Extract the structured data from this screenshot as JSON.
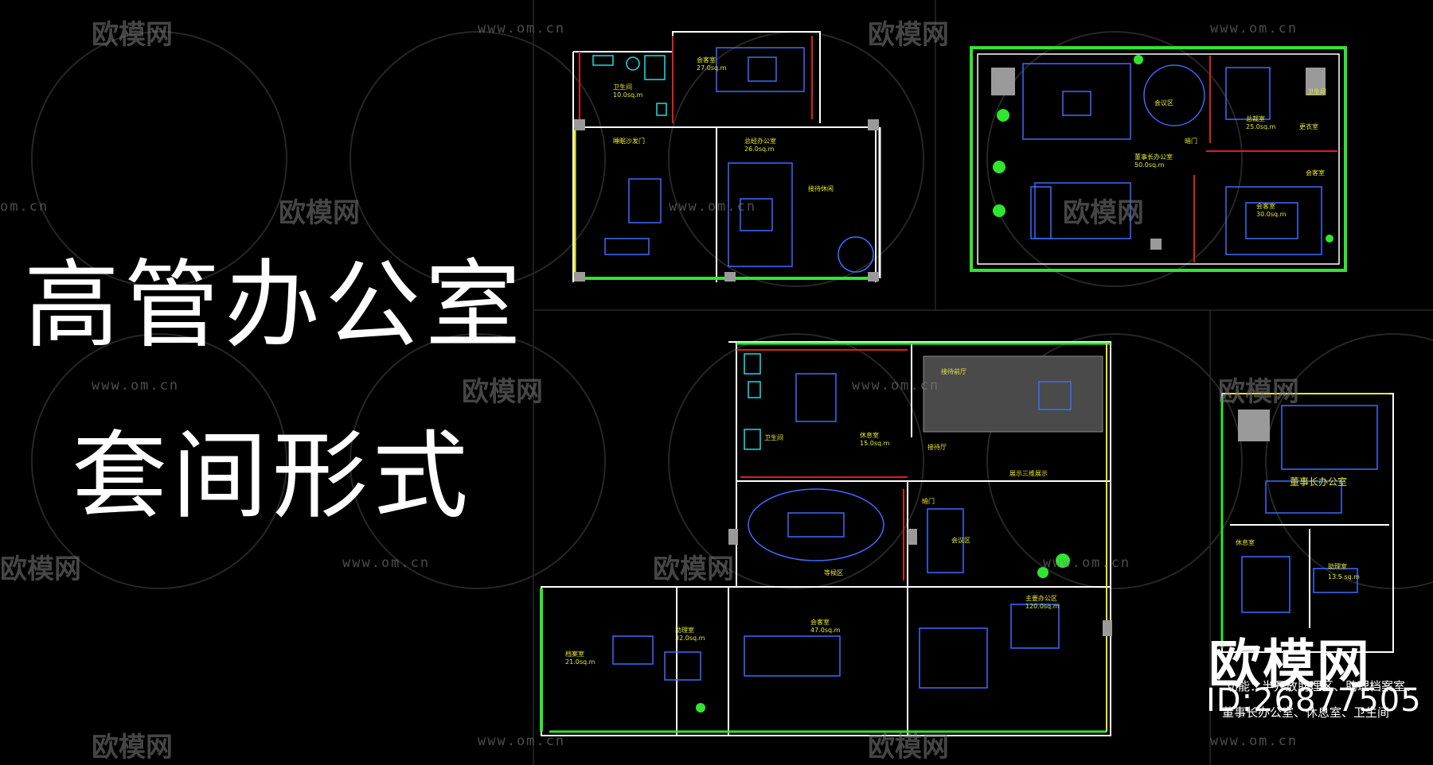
{
  "title": {
    "line1": "高管办公室",
    "line2": "套间形式"
  },
  "watermark": {
    "brand": "欧模网",
    "url": "www.om.cn",
    "url_short": "om.cn"
  },
  "plans": {
    "plan1": {
      "rooms": [
        "会客室",
        "27.0sq.m",
        "卫生间",
        "10.0sq.m",
        "睡眠沙发门",
        "总经办公室",
        "26.0sq.m",
        "接待休闲"
      ]
    },
    "plan2": {
      "rooms": [
        "会议区",
        "总裁室",
        "25.0sq.m",
        "卫生间",
        "更衣室",
        "董事长办公室",
        "50.0sq.m",
        "会客室",
        "30.0sq.m",
        "暗门",
        "会客室"
      ]
    },
    "plan3": {
      "rooms": [
        "卫生间",
        "休息室",
        "15.0sq.m",
        "接待厅",
        "暗门",
        "会议区",
        "等候区",
        "主要办公区",
        "120.0sq.m",
        "会客室",
        "47.0sq.m",
        "助理室",
        "32.0sq.m",
        "档案室",
        "21.0sq.m",
        "展示三维展示",
        "接待前厅"
      ]
    },
    "plan4": {
      "rooms": [
        "董事长办公室",
        "休息室",
        "助理室",
        "13.5 sq.m"
      ]
    }
  },
  "brand_block": {
    "logo_text": "欧模网",
    "id_text": "ID:26877505",
    "function_line1": "功能：半开放助理区、助理档案室、",
    "function_line2": "董事长办公室、休息室、卫生间"
  },
  "colors": {
    "wall": "#ffffff",
    "furniture": "#3a6cff",
    "wall_red": "#d62020",
    "green": "#2ee62e",
    "cyan": "#19e0e6",
    "yellow": "#e8e82a",
    "gray": "#9a9a9a"
  }
}
